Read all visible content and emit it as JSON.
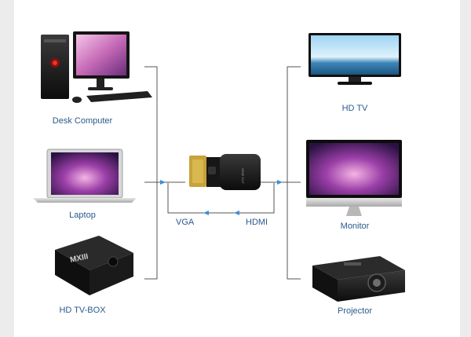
{
  "sources": [
    {
      "label": "Desk Computer"
    },
    {
      "label": "Laptop"
    },
    {
      "label": "HD TV-BOX"
    }
  ],
  "adapter": {
    "input_label": "VGA",
    "output_label": "HDMI",
    "body_text": "HDMI OUT"
  },
  "outputs": [
    {
      "label": "HD TV"
    },
    {
      "label": "Monitor"
    },
    {
      "label": "Projector"
    }
  ],
  "devices": {
    "tvbox_brand": "MXIII"
  },
  "colors": {
    "line": "#555555",
    "arrow": "#3d8fd6",
    "label": "#2a5a8c"
  }
}
